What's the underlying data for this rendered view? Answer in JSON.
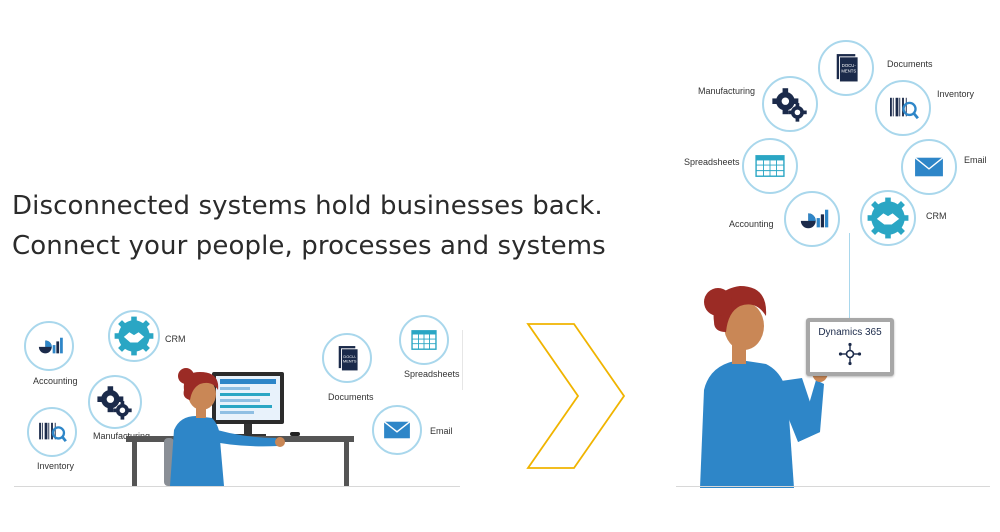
{
  "headline": {
    "line1": "Disconnected systems hold businesses back.",
    "line2": "Connect your people, processes and systems"
  },
  "left_scene": {
    "labels": {
      "accounting": "Accounting",
      "crm": "CRM",
      "manufacturing": "Manufacturing",
      "inventory": "Inventory",
      "documents": "Documents",
      "spreadsheets": "Spreadsheets",
      "email": "Email"
    }
  },
  "right_scene": {
    "labels": {
      "documents": "Documents",
      "inventory": "Inventory",
      "email": "Email",
      "crm": "CRM",
      "accounting": "Accounting",
      "spreadsheets": "Spreadsheets",
      "manufacturing": "Manufacturing"
    },
    "tablet_title": "Dynamics 365"
  },
  "icon_text": {
    "docu": "DOCU-",
    "ments": "MENTS"
  },
  "colors": {
    "navy": "#1b2a4a",
    "blue": "#2e86c8",
    "teal": "#2aa6c4",
    "ring": "#a9d7ec",
    "chevron": "#f0b400",
    "hair": "#9b2b25",
    "shirt": "#2e86c8",
    "skin": "#c98756"
  }
}
